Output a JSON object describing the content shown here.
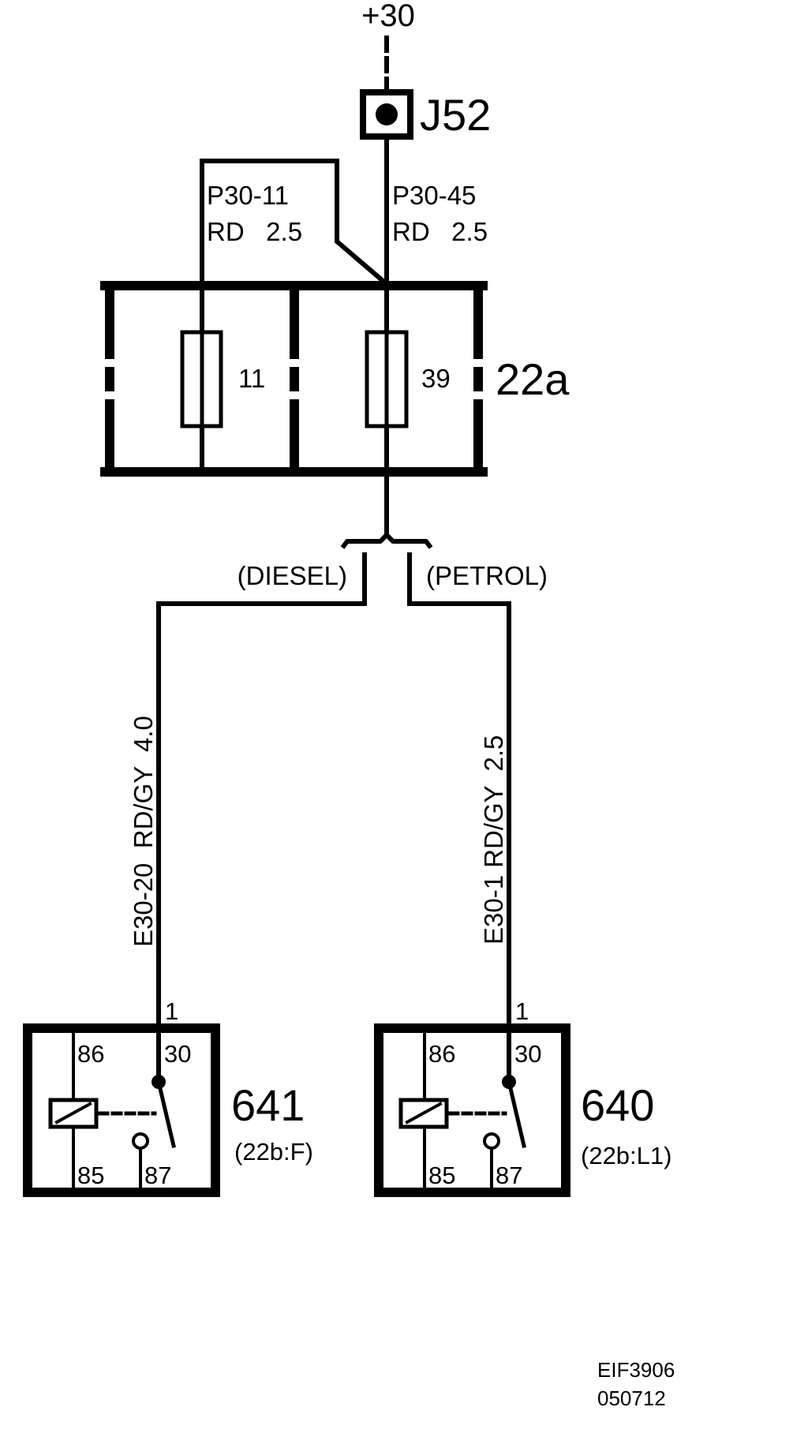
{
  "supply": {
    "label": "+30"
  },
  "junction": {
    "label": "J52"
  },
  "wires": {
    "p30_11": {
      "id": "P30-11",
      "color_size": "RD   2.5"
    },
    "p30_45": {
      "id": "P30-45",
      "color_size": "RD   2.5"
    },
    "e30_20": {
      "text": "E30-20  RD/GY  4.0"
    },
    "e30_1": {
      "text": "E30-1 RD/GY  2.5"
    }
  },
  "fuse_box": {
    "label": "22a",
    "fuses": [
      {
        "number": "11"
      },
      {
        "number": "39"
      }
    ]
  },
  "variants": {
    "diesel": "(DIESEL)",
    "petrol": "(PETROL)"
  },
  "relays": [
    {
      "number": "641",
      "location": "(22b:F)",
      "input_pin": "1",
      "pins": {
        "p86": "86",
        "p30": "30",
        "p85": "85",
        "p87": "87"
      }
    },
    {
      "number": "640",
      "location": "(22b:L1)",
      "input_pin": "1",
      "pins": {
        "p86": "86",
        "p30": "30",
        "p85": "85",
        "p87": "87"
      }
    }
  ],
  "reference": {
    "code": "EIF3906",
    "date": "050712"
  },
  "colors": {
    "ink": "#000000",
    "background": "#ffffff"
  }
}
